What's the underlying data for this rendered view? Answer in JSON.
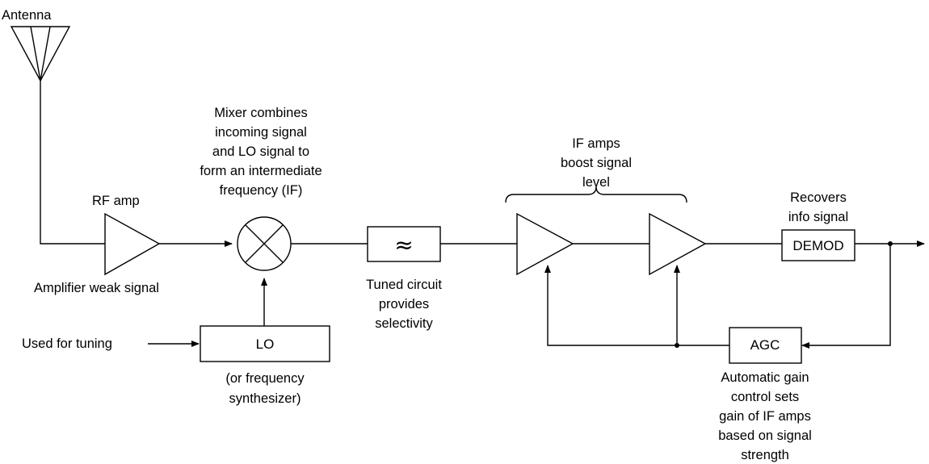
{
  "labels": {
    "antenna": "Antenna",
    "rf_amp": "RF amp",
    "amplifier_weak": "Amplifier weak signal",
    "mixer_note": [
      "Mixer combines",
      "incoming signal",
      "and LO signal to",
      "form an intermediate",
      "frequency (IF)"
    ],
    "used_for_tuning": "Used for tuning",
    "lo": "LO",
    "lo_note": [
      "(or frequency",
      "synthesizer)"
    ],
    "filter_symbol": "≈",
    "tuned_note": [
      "Tuned circuit",
      "provides",
      "selectivity"
    ],
    "if_note": [
      "IF amps",
      "boost signal",
      "level"
    ],
    "demod_note": [
      "Recovers",
      "info signal"
    ],
    "demod": "DEMOD",
    "agc": "AGC",
    "agc_note": [
      "Automatic gain",
      "control sets",
      "gain of IF amps",
      "based on signal",
      "strength"
    ]
  }
}
